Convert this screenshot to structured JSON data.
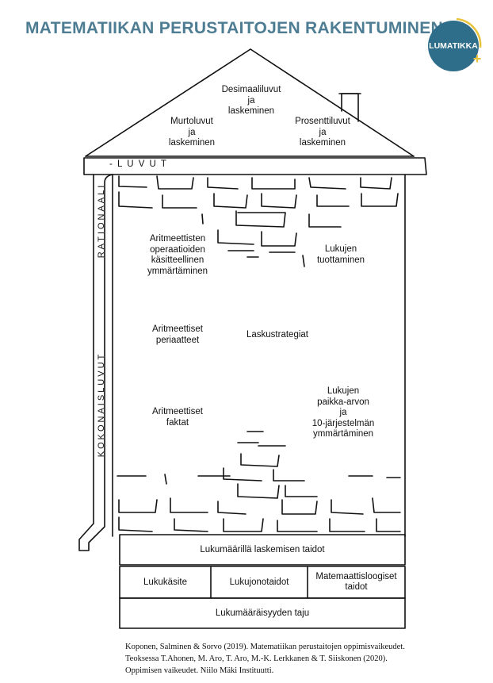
{
  "header": {
    "title": "MATEMATIIKAN PERUSTAITOJEN RAKENTUMINEN",
    "logo_text": "LUMATIKKA",
    "logo_plus": "+",
    "logo_color": "#2f6e8a",
    "logo_accent": "#e7c23a",
    "title_color": "#4e7d93"
  },
  "roof": {
    "decimals": "Desimaaliluvut\nja\nlaskeminen",
    "fractions": "Murtoluvut\nja\nlaskeminen",
    "percentages": "Prosenttiluvut\nja\nlaskeminen"
  },
  "gutter": {
    "horizontal": "- L U V U T",
    "upper_vertical": "RATIONAALI",
    "lower_vertical": "KOKONAISLUVUT"
  },
  "walls": {
    "conceptual": "Aritmeettisten\noperaatioiden\nkäsitteellinen\nymmärtäminen",
    "number_production": "Lukujen\ntuottaminen",
    "principles": "Aritmeettiset\nperiaatteet",
    "strategies": "Laskustrategiat",
    "facts": "Aritmeettiset\nfaktat",
    "place_value": "Lukujen\npaikka-arvon\nja\n10-järjestelmän\nymmärtäminen"
  },
  "foundation": {
    "counting_skills": "Lukumäärillä laskemisen taidot",
    "number_concept": "Lukukäsite",
    "sequence_skills": "Lukujonotaidot",
    "logic_skills": "Matemaattisloogiset\ntaidot",
    "number_sense": "Lukumääräisyyden taju"
  },
  "citation": {
    "line1": "Koponen, Salminen & Sorvo (2019). Matematiikan perustaitojen oppimisvaikeudet.",
    "line2": "Teoksessa T.Ahonen, M. Aro, T. Aro, M.-K. Lerkkanen & T. Siiskonen (2020).",
    "line3": "Oppimisen vaikeudet. Niilo Mäki Instituutti."
  }
}
